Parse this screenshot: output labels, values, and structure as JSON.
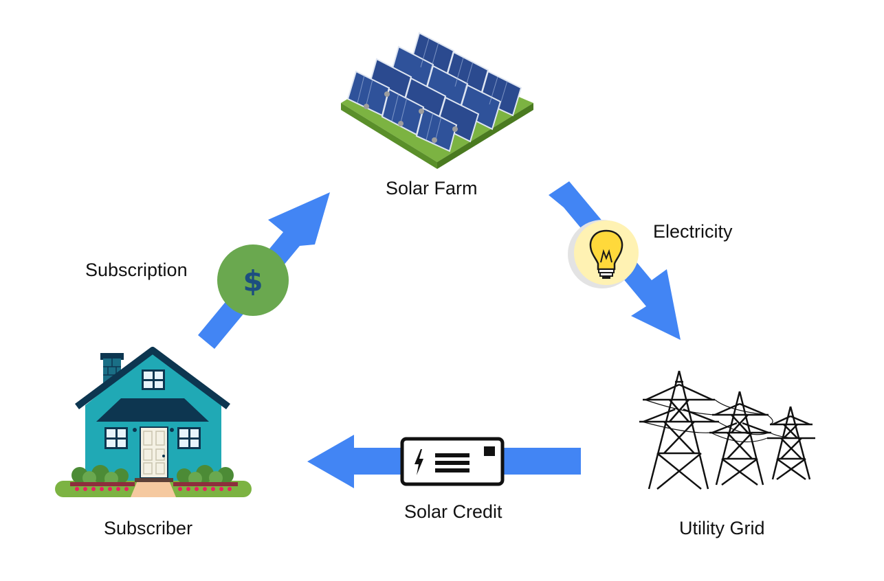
{
  "nodes": {
    "solar_farm": {
      "label": "Solar Farm",
      "icon": "solar-panels-icon"
    },
    "utility_grid": {
      "label": "Utility Grid",
      "icon": "power-towers-icon"
    },
    "subscriber": {
      "label": "Subscriber",
      "icon": "house-icon"
    }
  },
  "flows": {
    "subscription": {
      "label": "Subscription",
      "icon": "dollar-coin-icon",
      "symbol": "$"
    },
    "electricity": {
      "label": "Electricity",
      "icon": "lightbulb-icon"
    },
    "solar_credit": {
      "label": "Solar Credit",
      "icon": "credit-card-icon"
    }
  },
  "colors": {
    "arrow": "#4285f4",
    "coin": "#6aa84f",
    "coin_symbol": "#1c4e80",
    "bulb_badge": "#fff2b3",
    "grass": "#7cb342",
    "panel": "#2b4a8f",
    "house_body": "#20a9b5",
    "house_roof": "#0d3650"
  }
}
